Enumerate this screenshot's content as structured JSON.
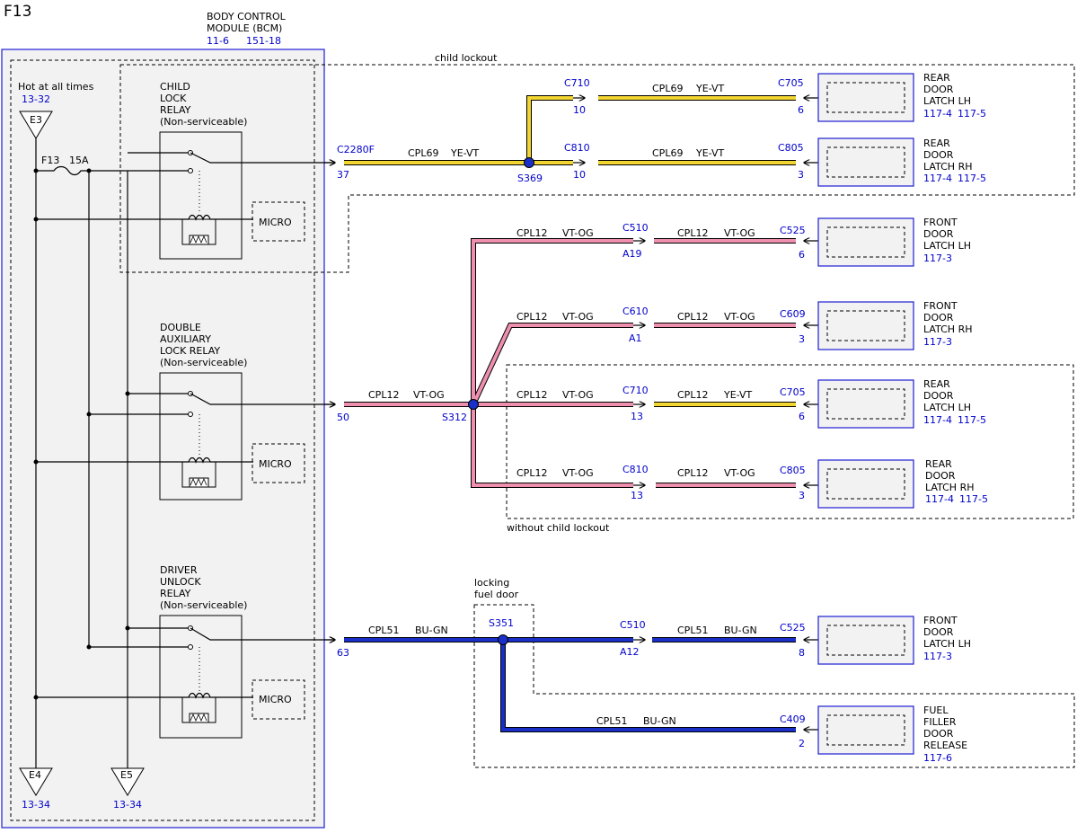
{
  "page": {
    "id": "F13"
  },
  "bcm": {
    "title": [
      "BODY CONTROL",
      "MODULE (BCM)"
    ],
    "refs": [
      "11-6",
      "151-18"
    ]
  },
  "power": {
    "label": "Hot at all times",
    "ref": "13-32",
    "input_node": "E3",
    "fuse": "F13",
    "fuse_rating": "15A",
    "ground_left": {
      "node": "E4",
      "ref": "13-34"
    },
    "ground_right": {
      "node": "E5",
      "ref": "13-34"
    }
  },
  "relays": {
    "child": [
      "CHILD",
      "LOCK",
      "RELAY",
      "(Non-serviceable)"
    ],
    "double": [
      "DOUBLE",
      "AUXILIARY",
      "LOCK RELAY",
      "(Non-serviceable)"
    ],
    "driver": [
      "DRIVER",
      "UNLOCK",
      "RELAY",
      "(Non-serviceable)"
    ],
    "micro": "MICRO"
  },
  "regions": {
    "child_lockout": "child lockout",
    "without_child_lockout": "without child lockout",
    "locking_fuel_door": [
      "locking",
      "fuel door"
    ]
  },
  "wires": {
    "yellow_top": {
      "circuit": "CPL69",
      "color": "YE-VT"
    },
    "yellow_bcm": {
      "connector": "C2280F",
      "pin": "37",
      "circuit": "CPL69",
      "color": "YE-VT"
    },
    "pink_bcm": {
      "connector": "50",
      "circuit": "CPL12",
      "color": "VT-OG"
    },
    "blue_bcm": {
      "pin": "63",
      "circuit": "CPL51",
      "color": "BU-GN"
    },
    "blue_fuel": {
      "circuit": "CPL51",
      "color": "BU-GN"
    }
  },
  "splices": {
    "s369": "S369",
    "s312": "S312",
    "s351": "S351"
  },
  "branches": {
    "c710_top": {
      "conn": "C710",
      "pin": "10"
    },
    "c810_top": {
      "conn": "C810",
      "pin": "10"
    },
    "c510": {
      "conn": "C510",
      "pin": "A19",
      "circuit": "CPL12",
      "color": "VT-OG"
    },
    "c610": {
      "conn": "C610",
      "pin": "A1",
      "circuit": "CPL12",
      "color": "VT-OG"
    },
    "c710_mid": {
      "conn": "C710",
      "pin": "13",
      "circuit": "CPL12",
      "color": "VT-OG"
    },
    "c810_mid": {
      "conn": "C810",
      "pin": "13",
      "circuit": "CPL12",
      "color": "VT-OG"
    },
    "c510_blue": {
      "conn": "C510",
      "pin": "A12"
    }
  },
  "far": {
    "c705_top": {
      "conn": "C705",
      "pin": "6",
      "circuit": "CPL69",
      "color": "YE-VT"
    },
    "c805_top": {
      "conn": "C805",
      "pin": "3",
      "circuit": "CPL69",
      "color": "YE-VT"
    },
    "c525": {
      "conn": "C525",
      "pin": "6",
      "circuit": "CPL12",
      "color": "VT-OG"
    },
    "c609": {
      "conn": "C609",
      "pin": "3",
      "circuit": "CPL12",
      "color": "VT-OG"
    },
    "c705_mid": {
      "conn": "C705",
      "pin": "6",
      "circuit": "CPL12",
      "color": "YE-VT"
    },
    "c805_mid": {
      "conn": "C805",
      "pin": "3",
      "circuit": "CPL12",
      "color": "VT-OG"
    },
    "c525_blue": {
      "conn": "C525",
      "pin": "8",
      "circuit": "CPL51",
      "color": "BU-GN"
    },
    "c409": {
      "conn": "C409",
      "pin": "2"
    }
  },
  "components": {
    "rear_lh_1": {
      "name": [
        "REAR",
        "DOOR",
        "LATCH LH"
      ],
      "refs": [
        "117-4",
        "117-5"
      ]
    },
    "rear_rh_1": {
      "name": [
        "REAR",
        "DOOR",
        "LATCH RH"
      ],
      "refs": [
        "117-4",
        "117-5"
      ]
    },
    "front_lh_1": {
      "name": [
        "FRONT",
        "DOOR",
        "LATCH LH"
      ],
      "refs": [
        "117-3"
      ]
    },
    "front_rh": {
      "name": [
        "FRONT",
        "DOOR",
        "LATCH RH"
      ],
      "refs": [
        "117-3"
      ]
    },
    "rear_lh_2": {
      "name": [
        "REAR",
        "DOOR",
        "LATCH LH"
      ],
      "refs": [
        "117-4",
        "117-5"
      ]
    },
    "rear_rh_2": {
      "name": [
        "REAR",
        "DOOR",
        "LATCH RH"
      ],
      "refs": [
        "117-4",
        "117-5"
      ]
    },
    "front_lh_2": {
      "name": [
        "FRONT",
        "DOOR",
        "LATCH LH"
      ],
      "refs": [
        "117-3"
      ]
    },
    "fuel_filler": {
      "name": [
        "FUEL",
        "FILLER",
        "DOOR",
        "RELEASE"
      ],
      "refs": [
        "117-6"
      ]
    }
  },
  "colors": {
    "module_outline": "#2d2dd6",
    "module_fill": "#f2f2f2",
    "yellow_wire": "#f2d530",
    "pink_wire": "#ee8fae",
    "blue_wire": "#1a2fc7",
    "splice_dot": "#1a2fc7",
    "ref_text": "#0000cc"
  }
}
